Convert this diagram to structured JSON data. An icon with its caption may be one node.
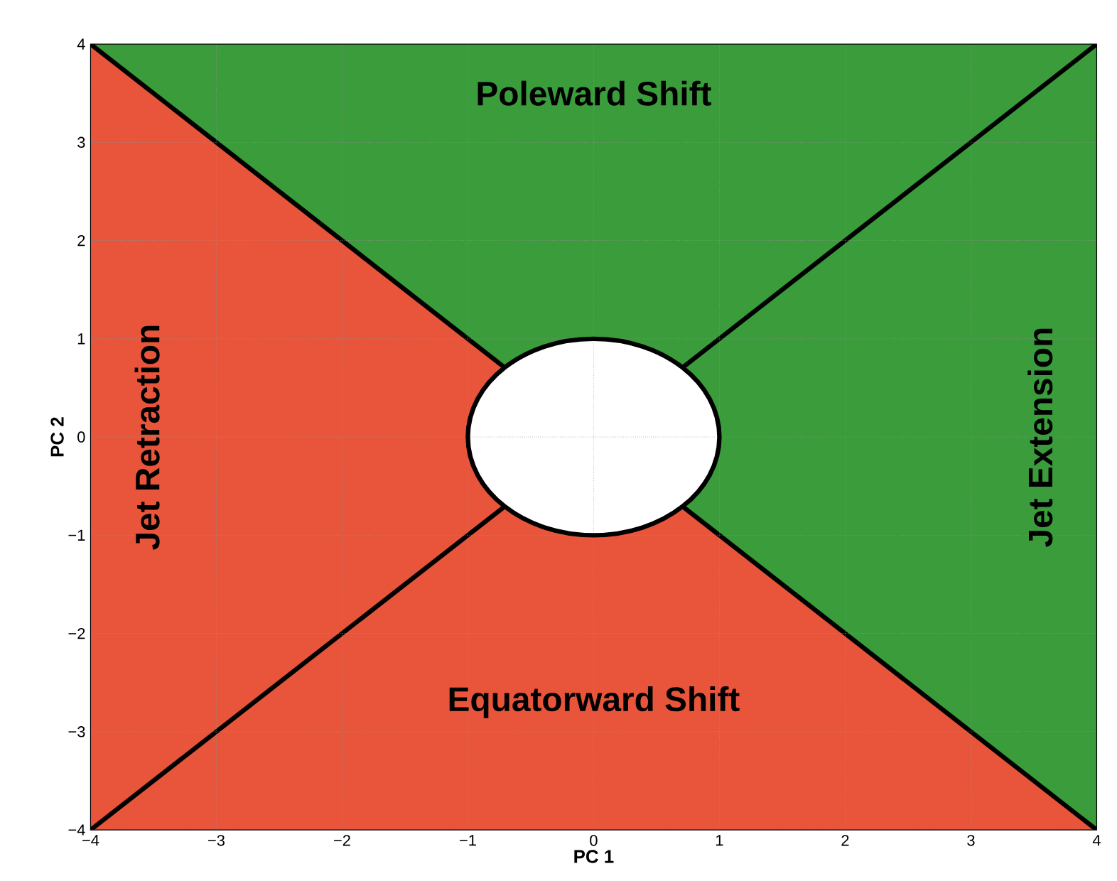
{
  "diagram": {
    "chart_data": {
      "type": "line",
      "xlabel": "PC 1",
      "ylabel": "PC 2",
      "x": [
        -4,
        4
      ],
      "series": [
        {
          "color": "#000000",
          "values": [
            -4,
            4
          ]
        },
        {
          "color": "#000000",
          "values": [
            4,
            -4
          ]
        }
      ],
      "xlim": [
        -4,
        4
      ],
      "ylim": [
        -4,
        4
      ],
      "xticks": [
        -4,
        -3,
        -2,
        -1,
        0,
        1,
        2,
        3,
        4
      ],
      "yticks": [
        -4,
        -3,
        -2,
        -1,
        0,
        1,
        2,
        3,
        4
      ],
      "grid": true,
      "annotations": [
        "Poleward Shift",
        "Jet Retraction",
        "Jet Extension",
        "Equatorward Shift"
      ]
    }
  }
}
